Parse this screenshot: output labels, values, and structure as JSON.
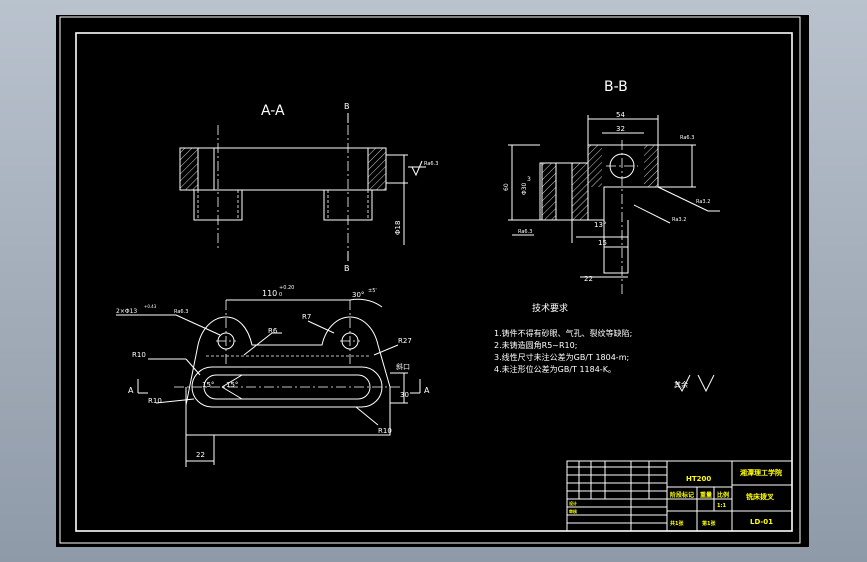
{
  "views": {
    "section_aa": "A-A",
    "section_bb": "B-B",
    "label_b_top": "B",
    "label_b_bottom": "B",
    "label_a_left": "A",
    "label_a_right": "A"
  },
  "dims": {
    "d_110": "110",
    "d_110_tol_up": "+0.20",
    "d_110_tol_lo": "0",
    "d_30": "30°",
    "d_30_tol": "±5'",
    "d_2xphi": "2×Φ13",
    "d_2xphi_tol": "+0.43",
    "d_r6": "R6",
    "d_r7": "R7",
    "d_r27": "R27",
    "d_r10_a": "R10",
    "d_r10_b": "R10",
    "d_r10_c": "R10",
    "d_15_a": "15°",
    "d_15_b": "15°",
    "d_22": "22",
    "d_30v": "30",
    "d_xiekou": "斜口",
    "d_phi18": "Φ18",
    "d_54": "54",
    "d_32": "32",
    "d_15h": "15",
    "d_22b": "22",
    "d_13": "13°",
    "d_60": "60",
    "d_3": "3",
    "d_phi30": "Φ30",
    "rough_1": "Ra6.3",
    "rough_2": "Ra3.2",
    "rough_3": "Ra3.2",
    "rough_4": "Ra6.3",
    "rough_5": "Ra6.3",
    "rough_6": "Ra6.3"
  },
  "tech": {
    "title": "技术要求",
    "lines": [
      "1.铸件不得有砂眼、气孔、裂纹等缺陷;",
      "2.未铸造圆角R5~R10;",
      "3.线性尺寸未注公差为GB/T 1804-m;",
      "4.未注形位公差为GB/T 1184-K。"
    ],
    "rough_other": "其余"
  },
  "titleblock": {
    "material": "HT200",
    "school": "湘潭理工学院",
    "part_name": "铣床拨叉",
    "drawing_no": "LD-01",
    "design": "设计",
    "check": "审核",
    "stage_mark": "阶段标记",
    "weight": "重量",
    "scale": "比例",
    "scale_val": "1:1",
    "sheet_total": "共1张",
    "sheet_no": "第1张"
  }
}
